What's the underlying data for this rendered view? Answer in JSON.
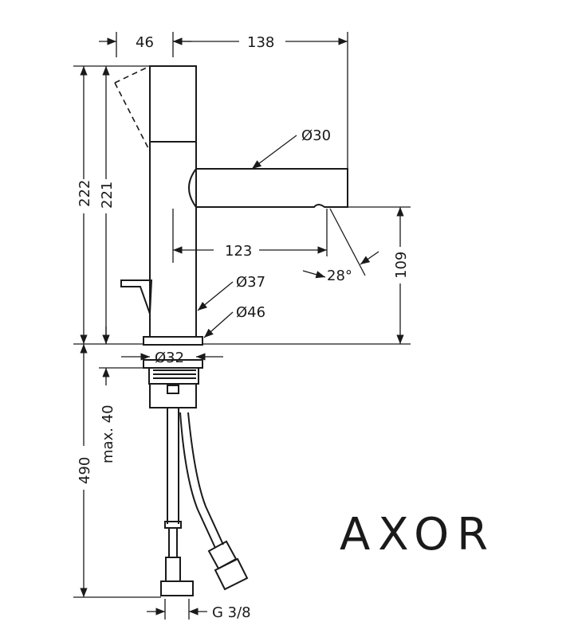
{
  "drawing": {
    "dims": {
      "handle_offset": "46",
      "spout_reach": "138",
      "total_height": "222",
      "spout_height_top": "221",
      "spout_diameter": "Ø30",
      "outlet_reach": "123",
      "spray_angle": "28°",
      "outlet_height": "109",
      "body_diameter": "Ø37",
      "base_diameter": "Ø46",
      "hole_diameter": "Ø32",
      "deck_thickness": "max. 40",
      "hose_length": "490",
      "connection": "G 3/8"
    },
    "logo": "AXOR"
  }
}
